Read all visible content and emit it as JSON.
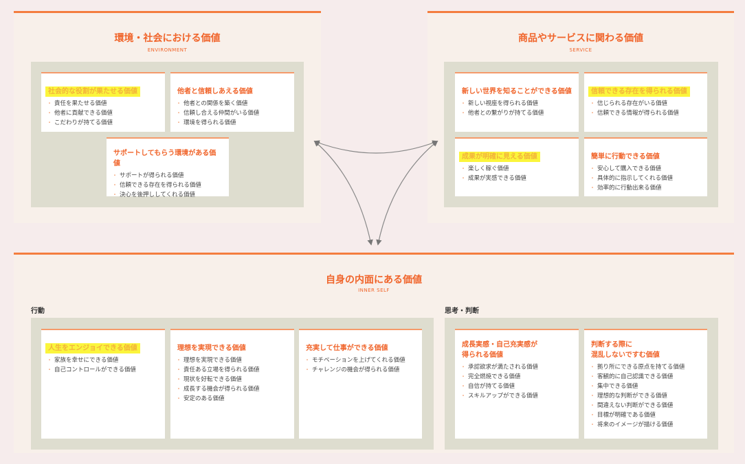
{
  "environment": {
    "title": "環境・社会における価値",
    "subtitle": "ENVIRONMENT",
    "cards": [
      {
        "title": "社会的な役割が果たせる価値",
        "highlight": true,
        "items": [
          "責任を果たせる価値",
          "他者に貢献できる価値",
          "こだわりが持てる価値"
        ]
      },
      {
        "title": "他者と信頼しあえる価値",
        "highlight": false,
        "items": [
          "他者との関係を築く価値",
          "信頼し合える仲間がいる価値",
          "環境を得られる価値"
        ]
      },
      {
        "title": "サポートしてもらう環境がある価値",
        "highlight": false,
        "items": [
          "サポートが得られる価値",
          "信頼できる存在を得られる価値",
          "決心を後押ししてくれる価値"
        ]
      }
    ]
  },
  "service": {
    "title": "商品やサービスに関わる価値",
    "subtitle": "SERVICE",
    "cards": [
      {
        "title": "新しい世界を知ることができる価値",
        "highlight": false,
        "items": [
          "新しい視座を得られる価値",
          "他者との繋がりが持てる価値"
        ]
      },
      {
        "title": "信頼できる存在を得られる価値",
        "highlight": true,
        "items": [
          "信じられる存在がいる価値",
          "信頼できる情報が得られる価値"
        ]
      },
      {
        "title": "成果が明確に見える価値",
        "highlight": true,
        "items": [
          "楽しく稼ぐ価値",
          "成果が実感できる価値"
        ]
      },
      {
        "title": "簡単に行動できる価値",
        "highlight": false,
        "items": [
          "安心して購入できる価値",
          "具体的に指示してくれる価値",
          "効率的に行動出来る価値"
        ]
      }
    ]
  },
  "inner_self": {
    "title": "自身の内面にある価値",
    "subtitle": "INNER SELF",
    "groups": [
      {
        "label": "行動",
        "cards": [
          {
            "title": "人生をエンジョイできる価値",
            "highlight": true,
            "items": [
              "家族を幸せにできる価値",
              "自己コントロールができる価値"
            ]
          },
          {
            "title": "理想を実現できる価値",
            "highlight": false,
            "items": [
              "理想を実現できる価値",
              "責任ある立場を得られる価値",
              "現状を好転できる価値",
              "成長する機会が得られる価値",
              "安定のある価値"
            ]
          },
          {
            "title": "充実して仕事ができる価値",
            "highlight": false,
            "items": [
              "モチベーションを上げてくれる価値",
              "チャレンジの機会が得られる価値"
            ]
          }
        ]
      },
      {
        "label": "思考・判断",
        "cards": [
          {
            "title": "成長実感・自己充実感が\n得られる価値",
            "highlight": false,
            "items": [
              "承認欲求が満たされる価値",
              "完全燃焼できる価値",
              "自信が持てる価値",
              "スキルアップができる価値"
            ]
          },
          {
            "title": "判断する際に\n混乱しないですむ価値",
            "highlight": false,
            "items": [
              "拠り所にできる原点を持てる価値",
              "客観的に自己認識できる価値",
              "集中できる価値",
              "理想的な判断ができる価値",
              "間違えない判断ができる価値",
              "目標が明確である価値",
              "将来のイメージが描ける価値"
            ]
          }
        ]
      }
    ]
  }
}
